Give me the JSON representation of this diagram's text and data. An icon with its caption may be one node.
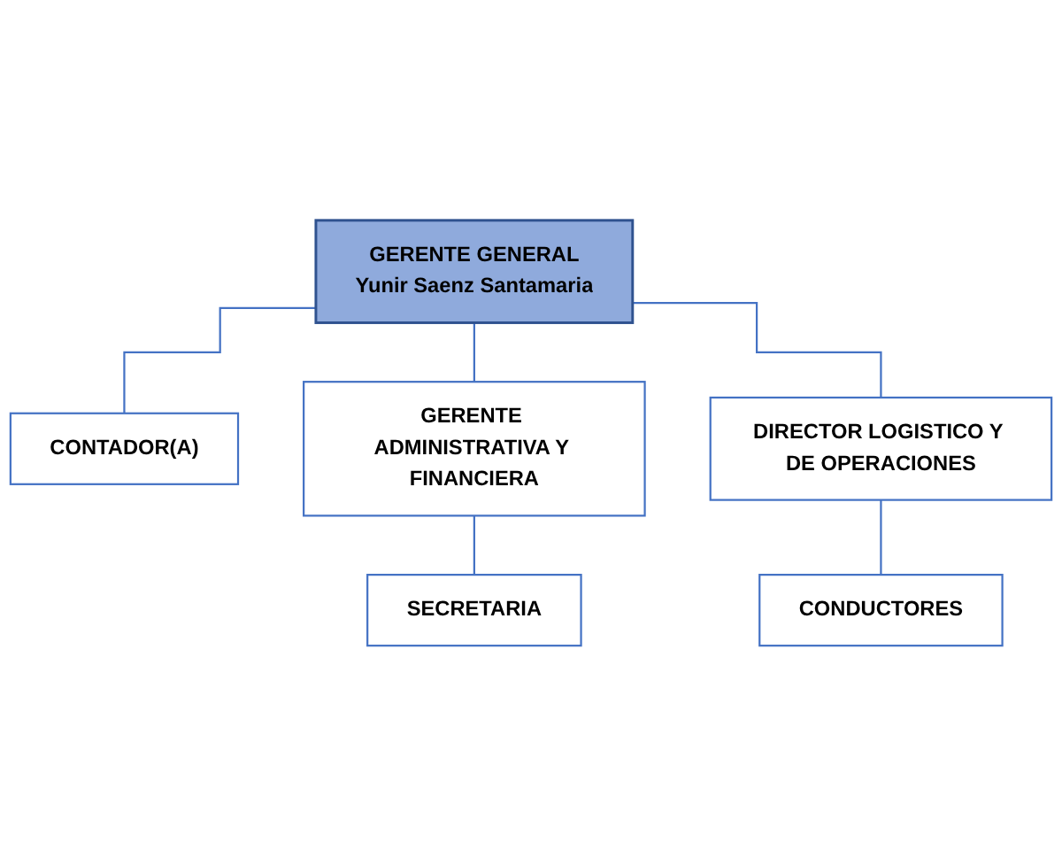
{
  "diagram": {
    "nodes": [
      {
        "text": [
          "GERENTE GENERAL",
          "Yunir Saenz Santamaria"
        ]
      },
      {
        "text": [
          "CONTADOR(A)"
        ]
      },
      {
        "text": [
          "GERENTE ADMINISTRATIVA Y FINANCIERA"
        ]
      },
      {
        "text": [
          "DIRECTOR LOGISTICO Y DE OPERACIONES"
        ]
      },
      {
        "text": [
          "SECRETARIA"
        ]
      },
      {
        "text": [
          "CONDUCTORES"
        ]
      }
    ],
    "edges": [
      {
        "from": 0,
        "to": 1,
        "arrow": "none"
      },
      {
        "from": 0,
        "to": 2,
        "arrow": "none"
      },
      {
        "from": 0,
        "to": 3,
        "arrow": "none"
      },
      {
        "from": 2,
        "to": 4,
        "arrow": "none"
      },
      {
        "from": 3,
        "to": 5,
        "arrow": "none"
      }
    ]
  }
}
